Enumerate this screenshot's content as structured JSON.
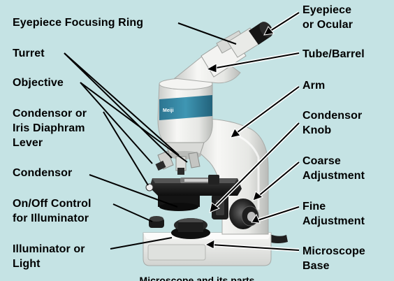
{
  "labels": {
    "eyepiece_focusing_ring": "Eyepiece Focusing Ring",
    "turret": "Turret",
    "objective": "Objective",
    "condensor_iris_lever": "Condensor or\nIris Diaphram\nLever",
    "condensor": "Condensor",
    "on_off_control": "On/Off Control\nfor Illuminator",
    "illuminator": "Illuminator or\nLight",
    "eyepiece_ocular": "Eyepiece\nor Ocular",
    "tube_barrel": "Tube/Barrel",
    "arm": "Arm",
    "condensor_knob": "Condensor\nKnob",
    "coarse_adjustment": "Coarse\nAdjustment",
    "fine_adjustment": "Fine\nAdjustment",
    "microscope_base": "Microscope\nBase"
  },
  "caption": "Microscope and its parts",
  "colors": {
    "background": "#c5e3e4",
    "microscope_body": "#f0f0ee",
    "accent_band": "#2e7f9a",
    "dark_parts": "#1b1b1b",
    "pointer": "#000000",
    "pointer_inner": "#ffffff"
  }
}
